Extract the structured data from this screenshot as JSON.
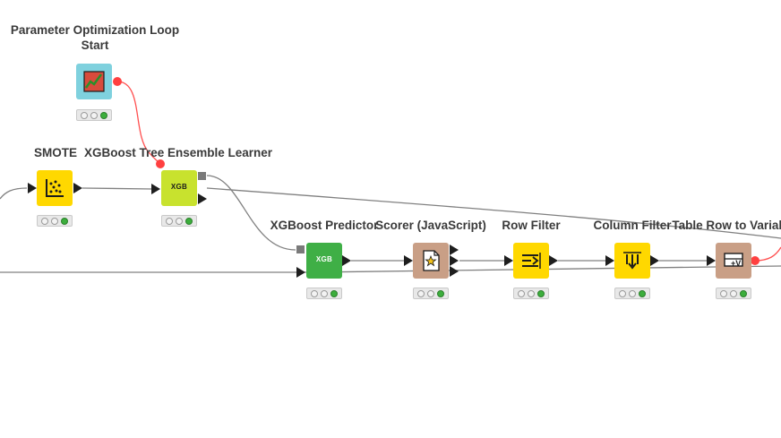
{
  "canvas": {
    "background": "#ffffff",
    "wire_color": "#808080",
    "flow_variable_color": "#ff5050"
  },
  "nodes": [
    {
      "id": "param-opt-start",
      "label_lines": [
        "Parameter Optimization Loop",
        "Start"
      ],
      "icon": "loop-start-chart-icon",
      "color": "#7fd1de",
      "status": [
        "idle",
        "idle",
        "executed"
      ]
    },
    {
      "id": "smote",
      "label_lines": [
        "SMOTE"
      ],
      "icon": "scatter-dots-icon",
      "color": "#ffd800",
      "status": [
        "idle",
        "idle",
        "executed"
      ]
    },
    {
      "id": "xgb-learner",
      "label_lines": [
        "XGBoost Tree Ensemble Learner"
      ],
      "icon": "xgb-learner-icon",
      "icon_text": "XGB",
      "color": "#c8e22e",
      "status": [
        "idle",
        "idle",
        "executed"
      ]
    },
    {
      "id": "xgb-predictor",
      "label_lines": [
        "XGBoost Predictor"
      ],
      "icon": "xgb-predictor-icon",
      "icon_text": "XGB",
      "color": "#3faf46",
      "status": [
        "idle",
        "idle",
        "executed"
      ]
    },
    {
      "id": "scorer",
      "label_lines": [
        "Scorer (JavaScript)"
      ],
      "icon": "scorer-document-icon",
      "color": "#c99f86",
      "status": [
        "idle",
        "idle",
        "executed"
      ]
    },
    {
      "id": "row-filter",
      "label_lines": [
        "Row Filter"
      ],
      "icon": "row-filter-icon",
      "color": "#ffd800",
      "status": [
        "idle",
        "idle",
        "executed"
      ]
    },
    {
      "id": "column-filter",
      "label_lines": [
        "Column Filter"
      ],
      "icon": "column-filter-icon",
      "color": "#ffd800",
      "status": [
        "idle",
        "idle",
        "executed"
      ]
    },
    {
      "id": "table-row-to-variable",
      "label_lines": [
        "Table Row to Variab"
      ],
      "icon": "table-row-variable-icon",
      "color": "#c99f86",
      "status": [
        "idle",
        "idle",
        "executed"
      ]
    }
  ]
}
